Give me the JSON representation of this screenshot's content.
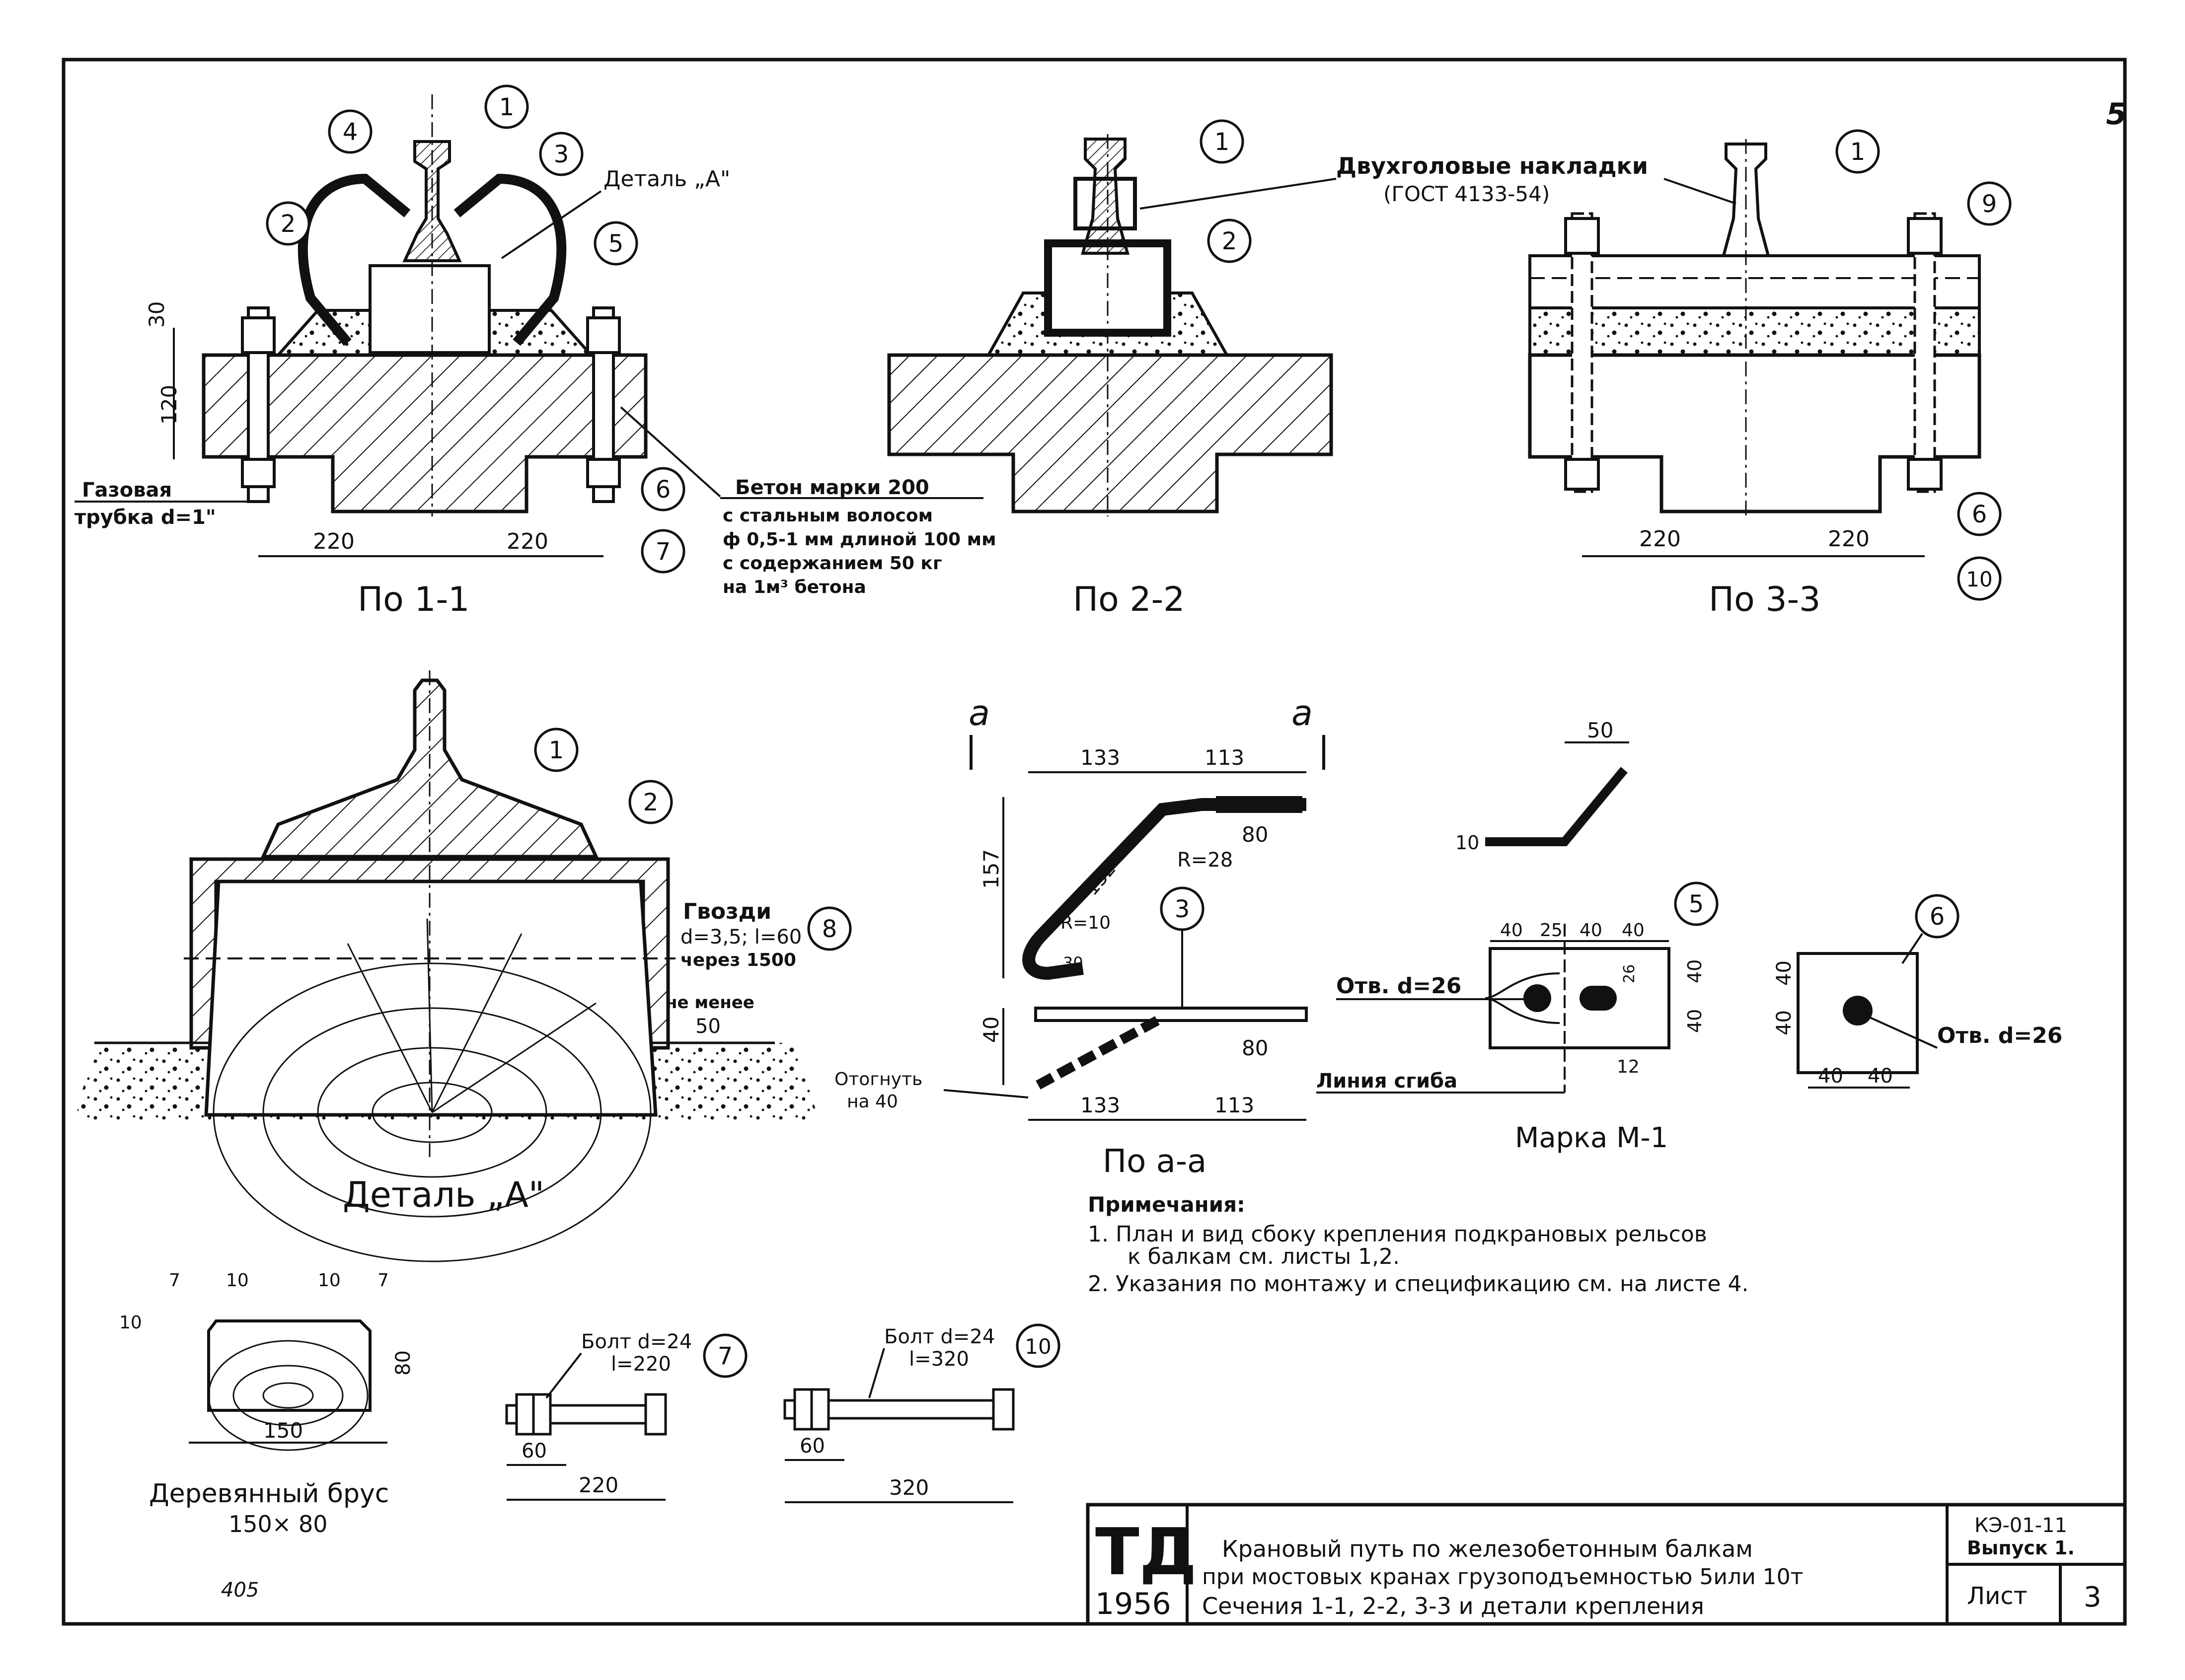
{
  "sheet": {
    "page_number": "5",
    "archive_number": "405"
  },
  "section_1_1": {
    "title": "По 1-1",
    "detail_ref": "Деталь „А\"",
    "pipe_label_1": "Газовая",
    "pipe_label_2": "трубка d=1\"",
    "dim_30": "30",
    "dim_120": "120",
    "dim_left": "220",
    "dim_right": "220",
    "markers": [
      "1",
      "2",
      "3",
      "4",
      "5",
      "6",
      "7"
    ]
  },
  "concrete_note": {
    "line1": "Бетон марки 200",
    "line2": "с стальным волосом",
    "line3": "ф 0,5-1 мм длиной 100 мм",
    "line4": "с содержанием 50 кг",
    "line5": "на 1м³ бетона"
  },
  "section_2_2": {
    "title": "По 2-2",
    "markers": [
      "1",
      "2"
    ]
  },
  "section_3_3": {
    "title": "По 3-3",
    "plates_label": "Двухголовые накладки",
    "plates_standard": "(ГОСТ 4133-54)",
    "dim_left": "220",
    "dim_right": "220",
    "markers": [
      "1",
      "9",
      "6",
      "10"
    ]
  },
  "detail_a": {
    "title": "Деталь „А\"",
    "nails_label": "Гвозди",
    "nails_spec": "d=3,5; l=60",
    "nails_step": "через 1500",
    "min_label": "не менее",
    "min_value": "50",
    "markers": [
      "1",
      "2",
      "8"
    ]
  },
  "view_a_a": {
    "title": "По а-а",
    "cut_letter": "а",
    "dim_133": "133",
    "dim_113": "113",
    "dim_157": "157",
    "dim_80": "80",
    "dim_132": "132",
    "r28": "R=28",
    "r10": "R=10",
    "dim_30": "30",
    "dim_40": "40",
    "bend_note_1": "Отогнуть",
    "bend_note_2": "на 40",
    "marker": "3"
  },
  "mark_m1": {
    "title": "Марка М-1",
    "dim_50": "50",
    "dim_10": "10",
    "dims_top": [
      "40",
      "25",
      "40",
      "40"
    ],
    "hole_label": "Отв. d=26",
    "dim_26": "26",
    "dim_40a": "40",
    "dim_40b": "40",
    "dim_12": "12",
    "bend_line": "Линия сгиба",
    "marker": "5"
  },
  "plate_6": {
    "marker": "6",
    "dim_40_top": "40",
    "dim_40_bottom": "40",
    "dim_40_left": "40",
    "dim_40_right": "40",
    "hole_label": "Отв. d=26"
  },
  "notes": {
    "heading": "Примечания:",
    "item1_a": "1. План и вид сбоку крепления подкрановых рельсов",
    "item1_b": "к балкам см. листы 1,2.",
    "item2": "2. Указания по монтажу и спецификацию см. на листе 4."
  },
  "timber": {
    "title_1": "Деревянный брус",
    "title_2": "150× 80",
    "dim_7a": "7",
    "dim_10a": "10",
    "dim_10b": "10",
    "dim_7b": "7",
    "dim_10c": "10",
    "dim_80": "80",
    "dim_150": "150"
  },
  "bolt_7": {
    "label": "Болт d=24",
    "length": "l=220",
    "marker": "7",
    "dim_60": "60",
    "dim_220": "220"
  },
  "bolt_10": {
    "label": "Болт d=24",
    "length": "l=320",
    "marker": "10",
    "dim_60": "60",
    "dim_320": "320"
  },
  "title_block": {
    "logo": "ТД",
    "year": "1956",
    "line1": "Крановый путь по железобетонным балкам",
    "line2": "при мостовых кранах грузоподъемностью 5или 10т",
    "line3": "Сечения 1-1, 2-2, 3-3 и детали крепления",
    "code": "КЭ-01-11",
    "issue": "Выпуск 1.",
    "sheet_label": "Лист",
    "sheet_number": "3"
  }
}
